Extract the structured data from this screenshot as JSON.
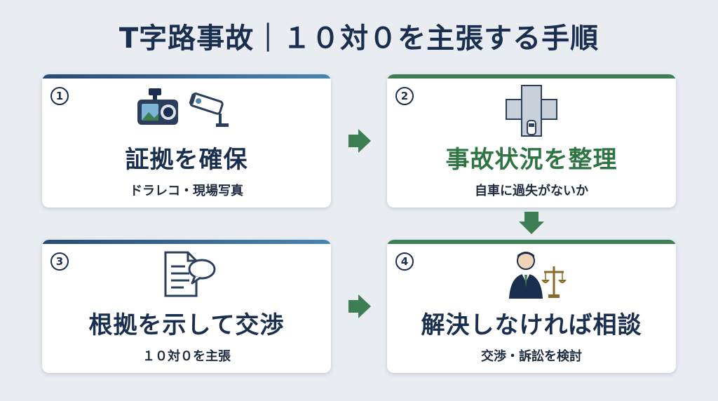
{
  "title": "T字路事故｜１０対０を主張する手順",
  "colors": {
    "navy": "#1a2e4f",
    "green": "#3d7e52",
    "background": "#e9edf2"
  },
  "steps": [
    {
      "number": "1",
      "title": "証拠を確保",
      "subtitle": "ドラレコ・現場写真",
      "icons": [
        "dashcam-icon",
        "security-camera-icon"
      ]
    },
    {
      "number": "2",
      "title": "事故状況を整理",
      "subtitle": "自車に過失がないか",
      "icons": [
        "t-intersection-icon"
      ]
    },
    {
      "number": "3",
      "title": "根拠を示して交渉",
      "subtitle": "１０対０を主張",
      "icons": [
        "document-speech-icon"
      ]
    },
    {
      "number": "4",
      "title": "解決しなければ相談",
      "subtitle": "交渉・訴訟を検討",
      "icons": [
        "lawyer-scales-icon"
      ]
    }
  ]
}
